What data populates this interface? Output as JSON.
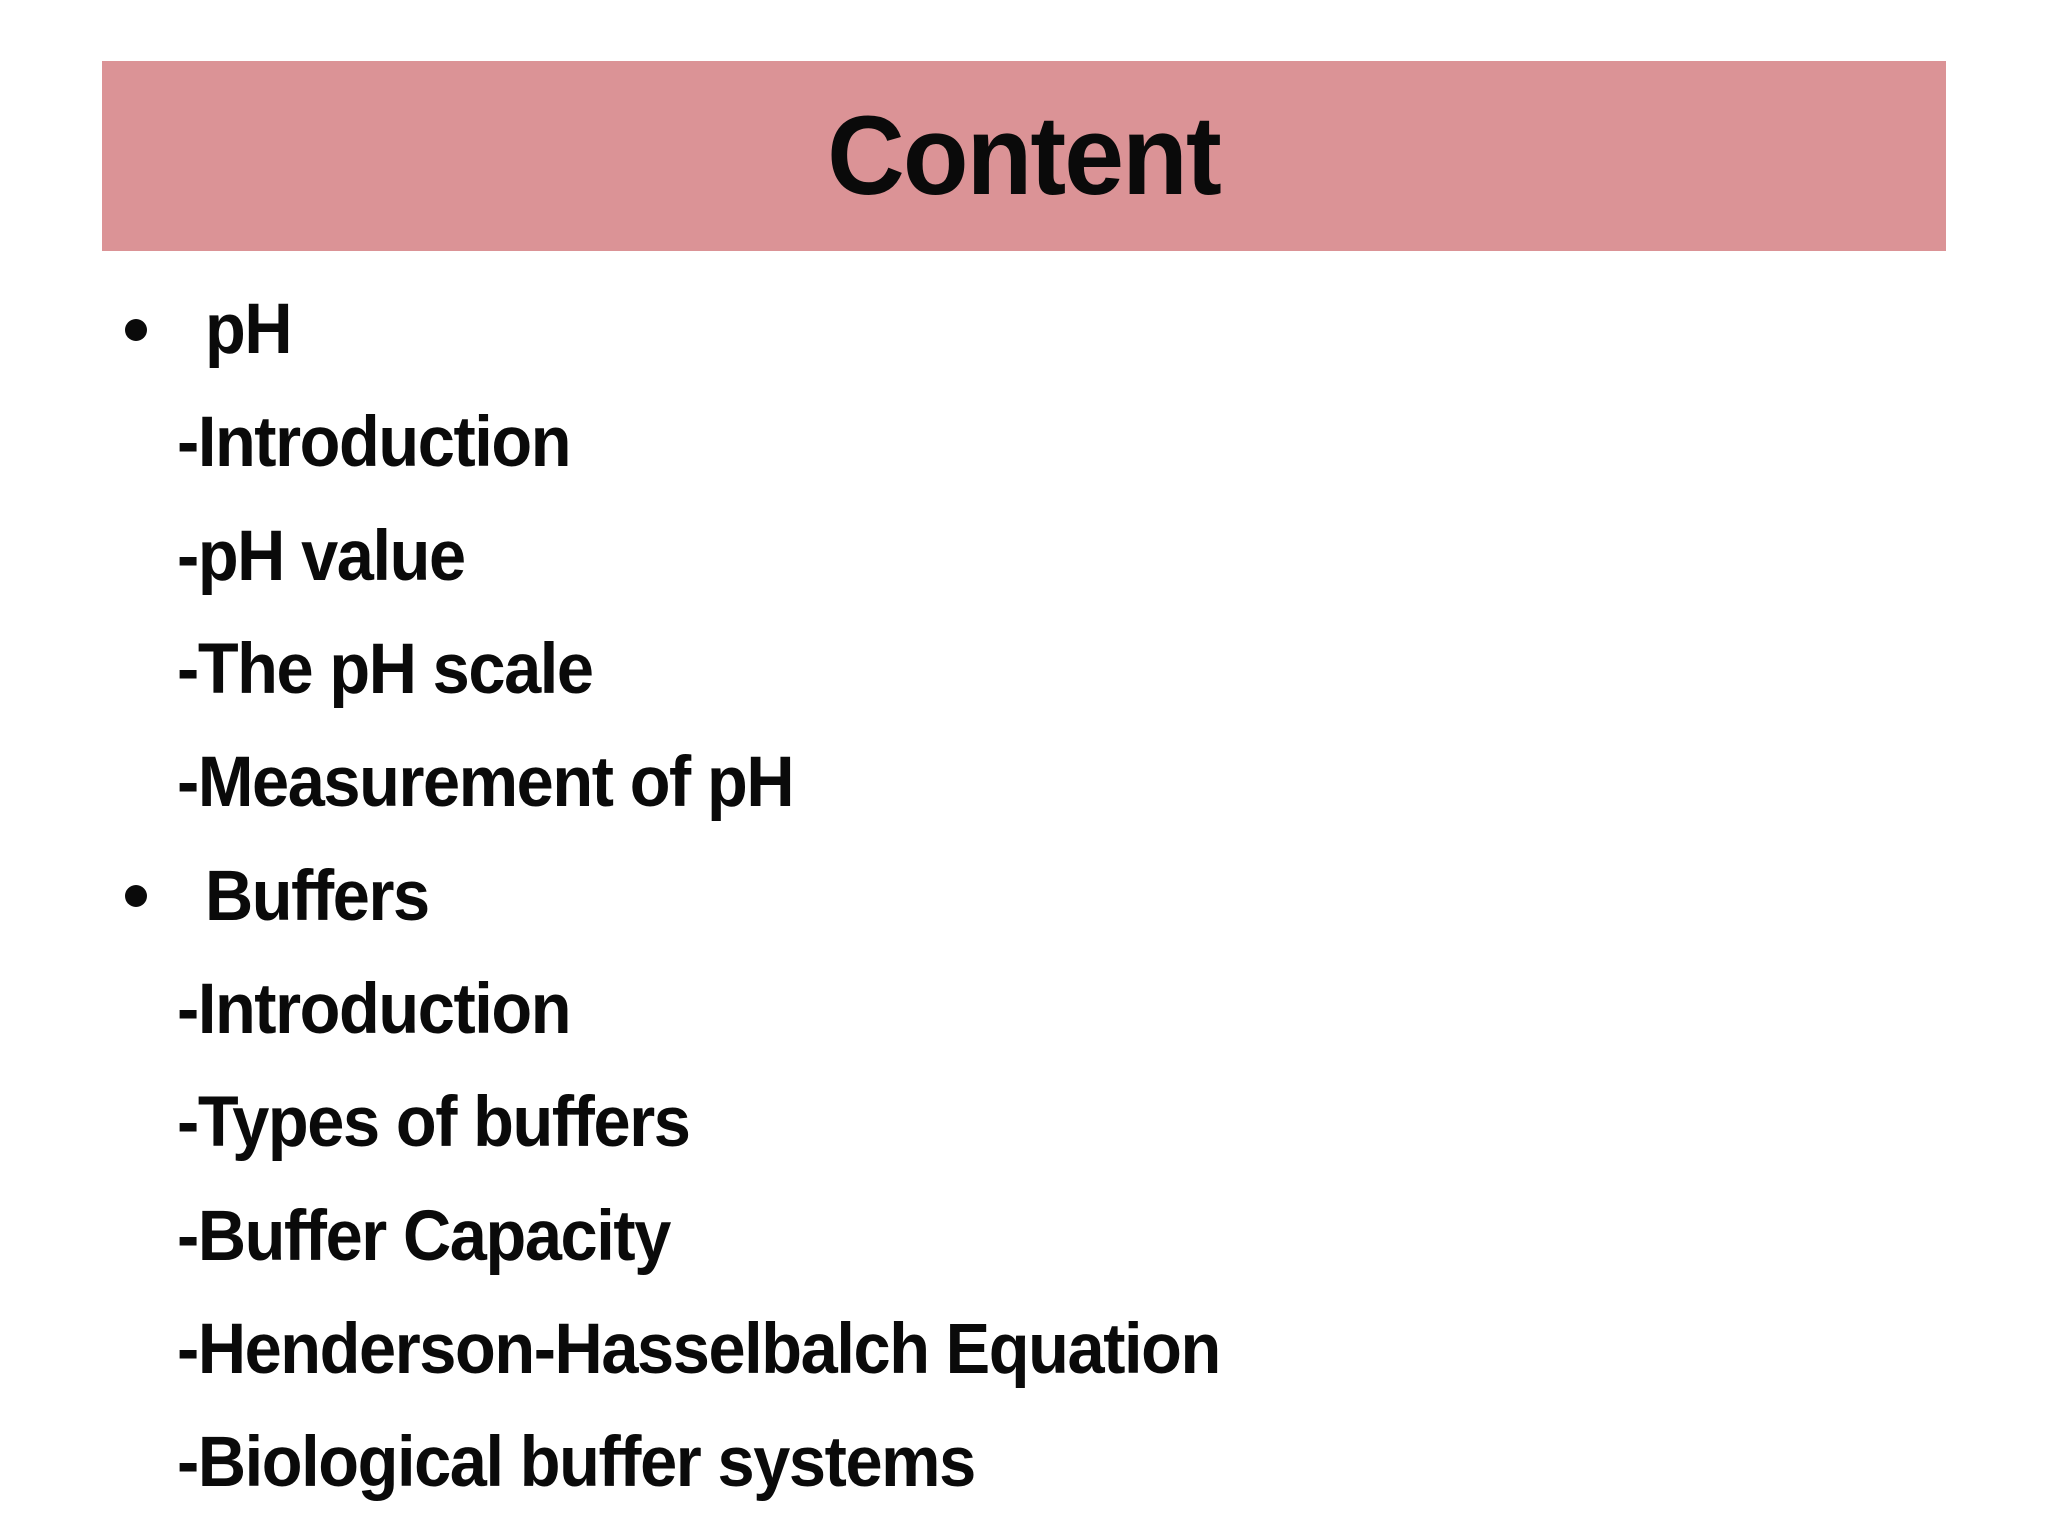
{
  "slide": {
    "title": "Content",
    "colors": {
      "header_background": "#db9396",
      "text": "#0a0a0a",
      "page_background": "#ffffff"
    },
    "list": [
      {
        "type": "bullet",
        "text": "pH"
      },
      {
        "type": "sub",
        "text": "-Introduction"
      },
      {
        "type": "sub",
        "text": "-pH value"
      },
      {
        "type": "sub",
        "text": "-The pH scale"
      },
      {
        "type": "sub",
        "text": "-Measurement of pH"
      },
      {
        "type": "bullet",
        "text": "Buffers"
      },
      {
        "type": "sub",
        "text": "-Introduction"
      },
      {
        "type": "sub",
        "text": "-Types of buffers"
      },
      {
        "type": "sub",
        "text": "-Buffer Capacity"
      },
      {
        "type": "sub",
        "text": "-Henderson-Hasselbalch Equation"
      },
      {
        "type": "sub",
        "text": "-Biological buffer systems"
      }
    ]
  }
}
